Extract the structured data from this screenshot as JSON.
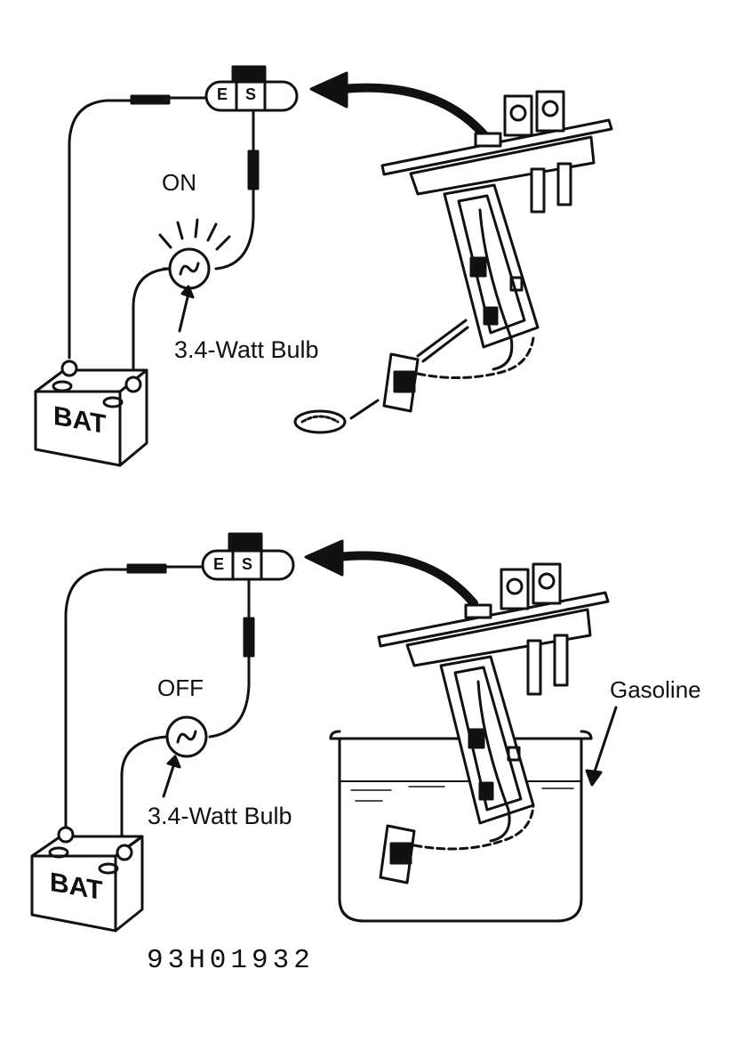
{
  "top_panel": {
    "state_label": "ON",
    "bulb_label": "3.4-Watt Bulb",
    "battery_label": "BAT",
    "terminal_e": "E",
    "terminal_s": "S"
  },
  "bottom_panel": {
    "state_label": "OFF",
    "bulb_label": "3.4-Watt Bulb",
    "battery_label": "BAT",
    "terminal_e": "E",
    "terminal_s": "S",
    "liquid_label": "Gasoline"
  },
  "figure_id": "93H01932",
  "colors": {
    "ink": "#111111",
    "paper": "#ffffff"
  }
}
